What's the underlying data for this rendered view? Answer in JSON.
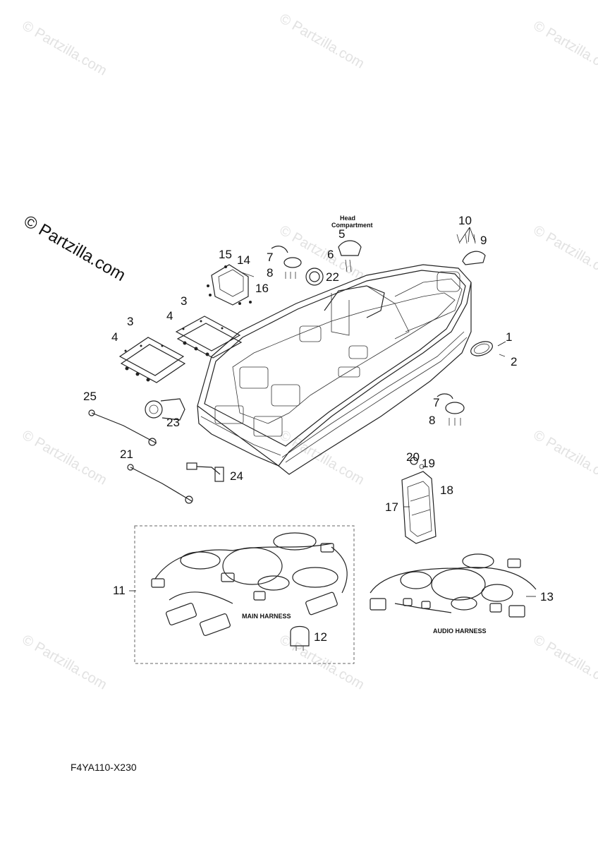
{
  "watermark": {
    "repeat_text": "© Partzilla.com",
    "main_text": "© Partzilla.com"
  },
  "labels": {
    "head_compartment": "Head Compartment",
    "main_harness": "MAIN HARNESS",
    "audio_harness": "AUDIO HARNESS"
  },
  "drawing_code": "F4YA110-X230",
  "callouts": {
    "c1": "1",
    "c2": "2",
    "c3a": "3",
    "c3b": "3",
    "c4a": "4",
    "c4b": "4",
    "c5": "5",
    "c6": "6",
    "c7a": "7",
    "c7b": "7",
    "c8a": "8",
    "c8b": "8",
    "c9": "9",
    "c10": "10",
    "c11": "11",
    "c12": "12",
    "c13": "13",
    "c14": "14",
    "c15": "15",
    "c16": "16",
    "c17": "17",
    "c18": "18",
    "c19": "19",
    "c20": "20",
    "c21": "21",
    "c22": "22",
    "c23": "23",
    "c24": "24",
    "c25": "25"
  }
}
